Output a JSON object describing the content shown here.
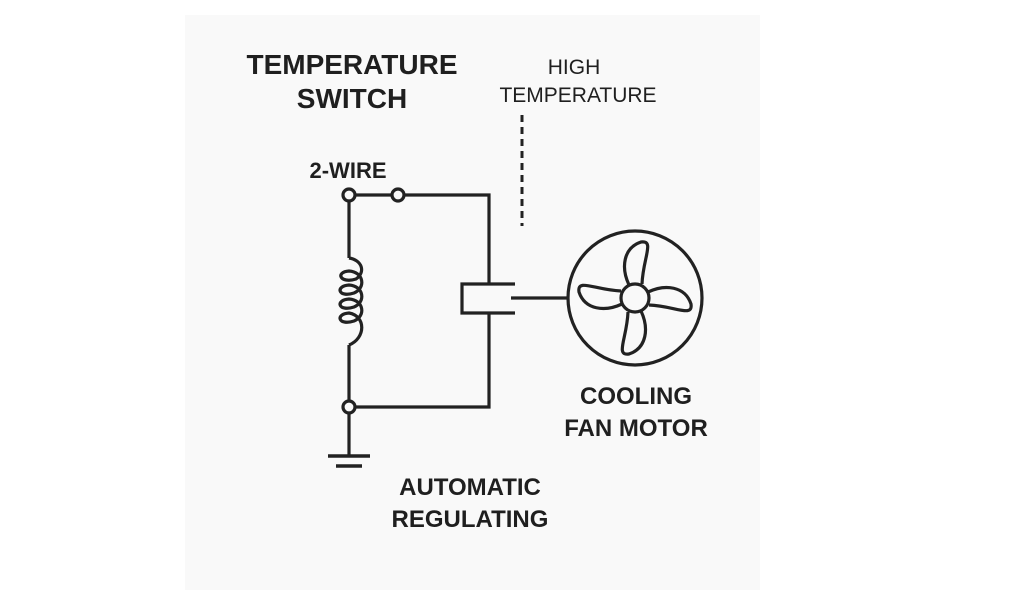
{
  "labels": {
    "switch_line1": "TEMPERATURE",
    "switch_line2": "SWITCH",
    "high_line1": "HIGH",
    "high_line2": "TEMPERATURE",
    "wire": "2-WIRE",
    "fan_line1": "COOLING",
    "fan_line2": "FAN MOTOR",
    "auto_line1": "AUTOMATIC",
    "auto_line2": "REGULATING"
  },
  "colors": {
    "line": "#222222",
    "panel": "#f9f9f9"
  }
}
